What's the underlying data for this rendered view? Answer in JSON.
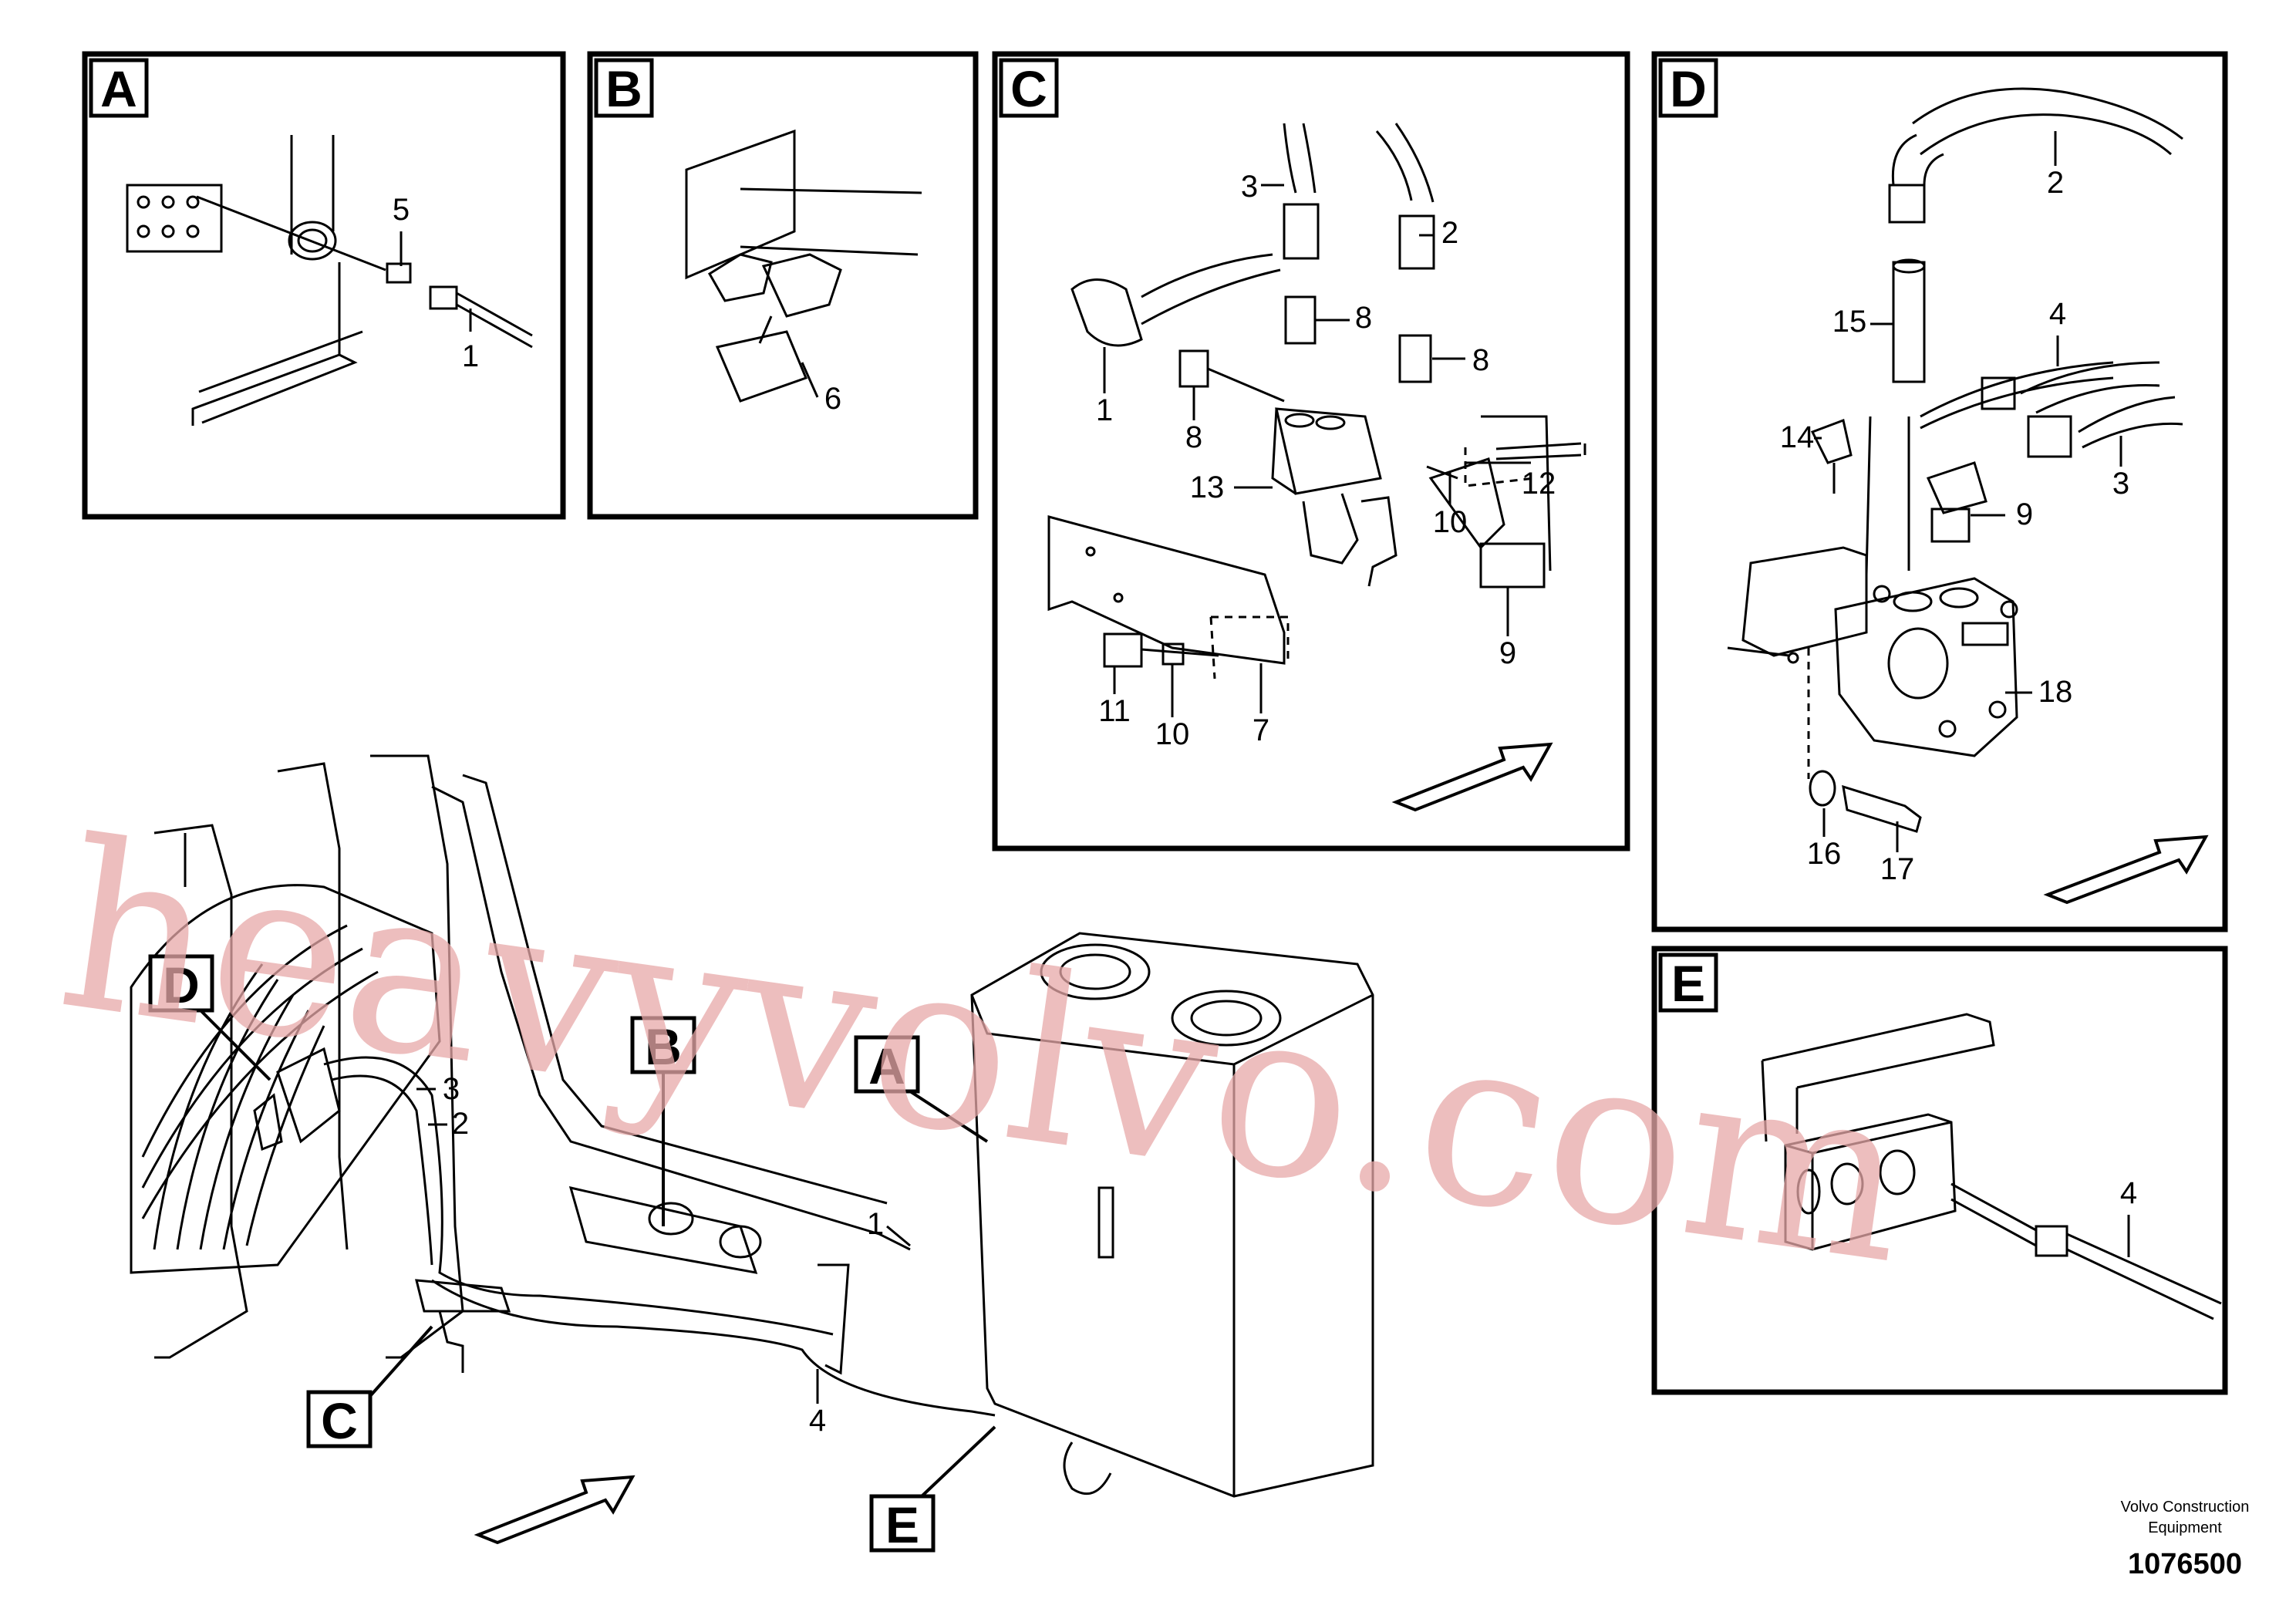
{
  "panels": {
    "A": {
      "tag": "A",
      "labels": {
        "1": "1",
        "5": "5"
      }
    },
    "B": {
      "tag": "B",
      "labels": {
        "6": "6"
      }
    },
    "C": {
      "tag": "C",
      "labels": {
        "1": "1",
        "2": "2",
        "3": "3",
        "7": "7",
        "8a": "8",
        "8b": "8",
        "8c": "8",
        "9": "9",
        "10a": "10",
        "10b": "10",
        "11": "11",
        "12": "12",
        "13": "13"
      }
    },
    "D": {
      "tag": "D",
      "labels": {
        "2": "2",
        "3": "3",
        "4": "4",
        "9": "9",
        "14": "14",
        "15": "15",
        "16": "16",
        "17": "17",
        "18": "18"
      }
    },
    "E": {
      "tag": "E",
      "labels": {
        "4": "4"
      }
    }
  },
  "main_view": {
    "callouts": {
      "A": "A",
      "B": "B",
      "C": "C",
      "D": "D",
      "E": "E"
    },
    "labels": {
      "1": "1",
      "2": "2",
      "3": "3",
      "4": "4"
    }
  },
  "footer": {
    "company_line1": "Volvo Construction",
    "company_line2": "Equipment",
    "figure_number": "1076500"
  },
  "watermark": {
    "text": "heavyvolvo.com",
    "color": "#e7a9a9"
  }
}
